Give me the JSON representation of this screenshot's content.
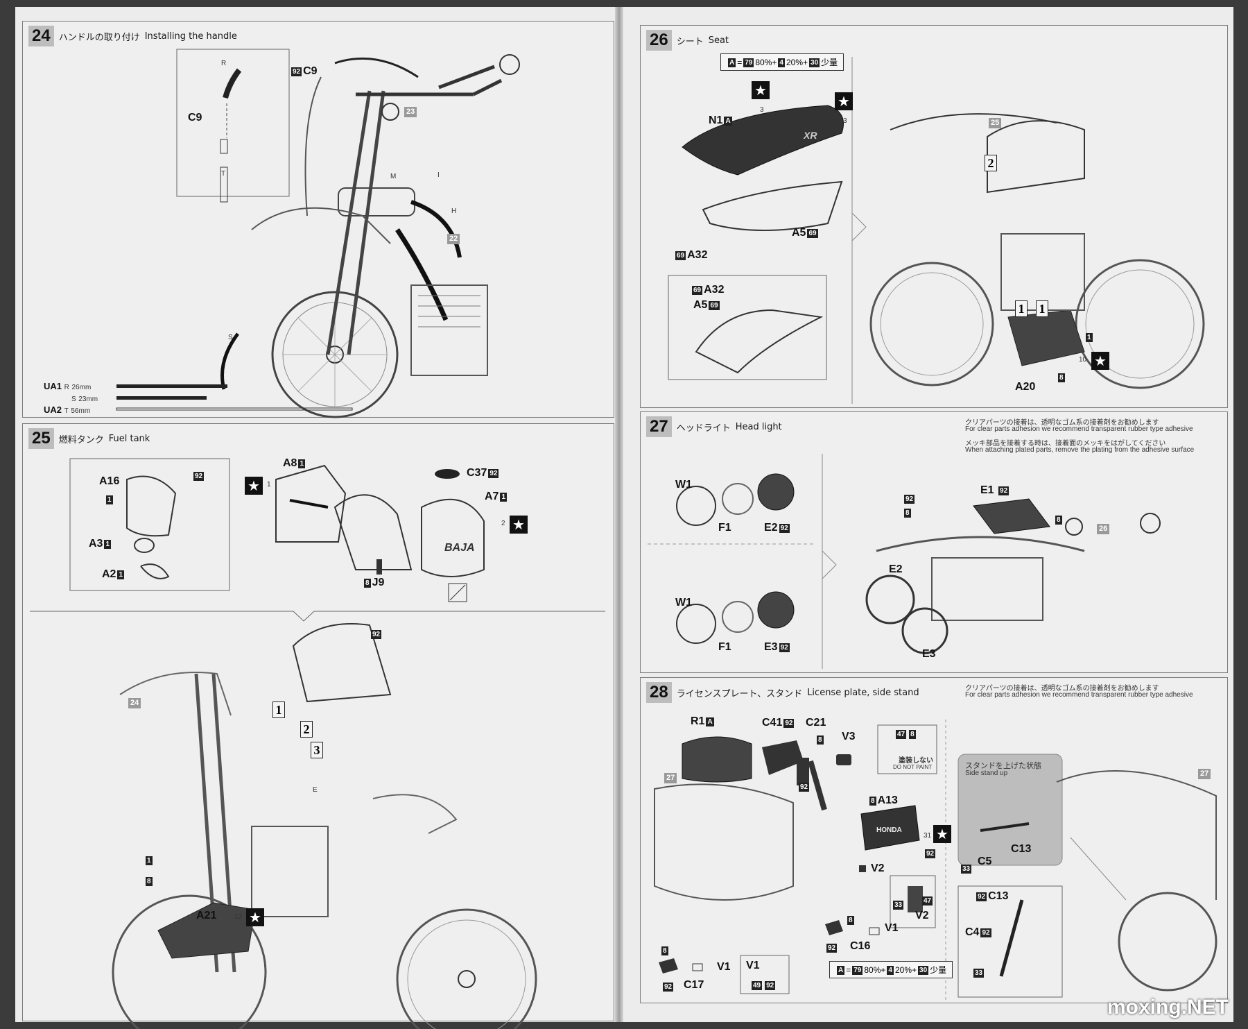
{
  "left_page": {
    "step24": {
      "number": "24",
      "title_jp": "ハンドルの取り付け",
      "title_en": "Installing the handle",
      "labels": {
        "c9_top": "C9",
        "c9_paint": "92",
        "c9_inset": "C9",
        "ref23": "23",
        "ref22": "22",
        "pt_r": "R",
        "pt_t": "T",
        "pt_m": "M",
        "pt_i": "I",
        "pt_h": "H",
        "pt_s": "S"
      },
      "cables": [
        {
          "part": "UA1",
          "code": "R",
          "length": "26mm"
        },
        {
          "part": "",
          "code": "S",
          "length": "23mm"
        },
        {
          "part": "UA2",
          "code": "T",
          "length": "56mm"
        }
      ]
    },
    "step25": {
      "number": "25",
      "title_jp": "燃料タンク",
      "title_en": "Fuel tank",
      "parts": {
        "a16": "A16",
        "a16_color": "1",
        "a3": "A3",
        "a3_color": "1",
        "a2": "A2",
        "a2_color": "1",
        "inset_paint": "92",
        "a8": "A8",
        "a8_color": "1",
        "c37": "C37",
        "c37_color": "92",
        "a7": "A7",
        "a7_color": "1",
        "j9": "J9",
        "j9_color": "8",
        "decal1": "1",
        "decal2": "2",
        "tank_text": "BAJA"
      },
      "lower": {
        "ref24": "24",
        "paint92": "92",
        "a21": "A21",
        "color1": "1",
        "color8": "8",
        "decal12": "12",
        "pt_e": "E",
        "markers": [
          "1",
          "2",
          "3"
        ]
      }
    }
  },
  "right_page": {
    "step26": {
      "number": "26",
      "title_jp": "シート",
      "title_en": "Seat",
      "mix": {
        "letter": "A",
        "c1": "79",
        "p1": "80%",
        "c2": "4",
        "p2": "20%",
        "c3": "30",
        "p3": "少量"
      },
      "parts": {
        "n1": "N1",
        "n1_color": "A",
        "decal3a": "3",
        "decal3b": "3",
        "a5": "A5",
        "a5_color": "69",
        "a32": "A32",
        "a32_color": "69",
        "inset_a32": "A32",
        "inset_a32_color": "69",
        "inset_a5": "A5",
        "inset_a5_color": "69",
        "seat_text": "XR"
      },
      "right": {
        "ref25": "25",
        "marker2": "2",
        "marker1a": "1",
        "marker1b": "1",
        "a20": "A20",
        "color1": "1",
        "color8": "8",
        "decal10": "10"
      }
    },
    "step27": {
      "number": "27",
      "title_jp": "ヘッドライト",
      "title_en": "Head light",
      "note1_jp": "クリアパーツの接着は、透明なゴム系の接着剤をお勧めします",
      "note1_en": "For clear parts adhesion we recommend transparent rubber type adhesive",
      "note2_jp": "メッキ部品を接着する時は、接着面のメッキをはがしてください",
      "note2_en": "When attaching plated parts, remove the plating from the adhesive surface",
      "upper": {
        "w1": "W1",
        "f1": "F1",
        "e2": "E2",
        "e2_color": "92"
      },
      "lower": {
        "w1": "W1",
        "f1": "F1",
        "e3": "E3",
        "e3_color": "92"
      },
      "right": {
        "e1": "E1",
        "e1_color": "92",
        "color8a": "8",
        "color92": "92",
        "color8b": "8",
        "ref26": "26",
        "e2": "E2",
        "e3": "E3"
      }
    },
    "step28": {
      "number": "28",
      "title_jp": "ライセンスプレート、スタンド",
      "title_en": "License plate, side stand",
      "note_jp": "クリアパーツの接着は、透明なゴム系の接着剤をお勧めします",
      "note_en": "For clear parts adhesion we recommend transparent rubber type adhesive",
      "parts": {
        "r1": "R1",
        "r1_color": "A",
        "ref27": "27",
        "c41": "C41",
        "c41_color": "92",
        "c21": "C21",
        "c21_color": "8",
        "v3": "V3",
        "inset_c1": "47",
        "inset_c2": "8",
        "no_paint_jp": "塗装しない",
        "no_paint_en": "DO NOT PAINT",
        "a13": "A13",
        "a13_color": "8",
        "plate_text": "HONDA",
        "decal31": "31",
        "color92_a": "92",
        "color92_b": "92",
        "v2": "V2",
        "v2_box_c1": "33",
        "v2_box_c2": "47",
        "v2_box_label": "V2",
        "c16": "C16",
        "c16_c1": "8",
        "c16_c2": "92",
        "v1": "V1",
        "c17": "C17",
        "c17_c1": "8",
        "c17_c2": "92",
        "v1b": "V1",
        "v1_box_label": "V1",
        "v1_box_c1": "49",
        "v1_box_c2": "92"
      },
      "mix": {
        "letter": "A",
        "c1": "79",
        "p1": "80%",
        "c2": "4",
        "p2": "20%",
        "c3": "30",
        "p3": "少量"
      },
      "stand": {
        "title_jp": "スタンドを上げた状態",
        "title_en": "Side stand up",
        "c5": "C5",
        "c13": "C13",
        "c33": "33",
        "ref27": "27",
        "bottom_c13": "C13",
        "bottom_c13_color": "92",
        "c4": "C4",
        "c4_color": "92",
        "bottom_33": "33"
      }
    }
  },
  "watermark": "moxing.NET"
}
